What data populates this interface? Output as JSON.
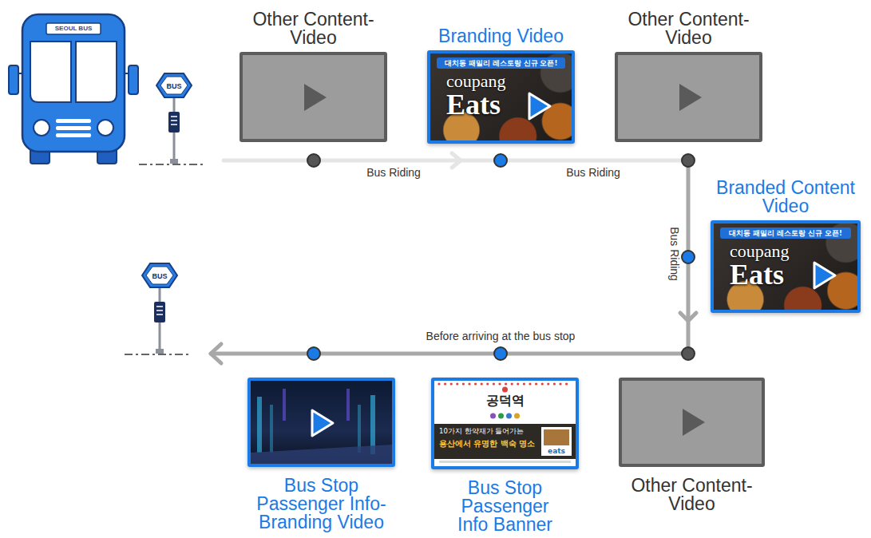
{
  "diagram": {
    "nodes": [
      {
        "text": [
          "Other Content-Video"
        ]
      },
      {
        "text": [
          "Branding Video",
          "대치동 패밀리 레스토랑 신규 오픈!",
          "coupang",
          "Eats"
        ]
      },
      {
        "text": [
          "Other Content-Video"
        ]
      },
      {
        "text": [
          "Branded Content Video",
          "대치동 패밀리 레스토랑 신규 오픈!",
          "coupang",
          "Eats"
        ]
      },
      {
        "text": [
          "Other Content-Video"
        ]
      },
      {
        "text": [
          "Bus Stop Passenger Info Banner",
          "공덕역",
          "10가지 한약재가 들어가는",
          "용산에서 유명한 백숙 명소",
          "eats"
        ]
      },
      {
        "text": [
          "Bus Stop Passenger Info-Branding Video"
        ]
      }
    ],
    "labels": [
      "SEOUL BUS",
      "BUS",
      "Bus Riding",
      "Bus Riding",
      "Bus Riding",
      "Before arriving at the bus stop",
      "BUS"
    ]
  }
}
